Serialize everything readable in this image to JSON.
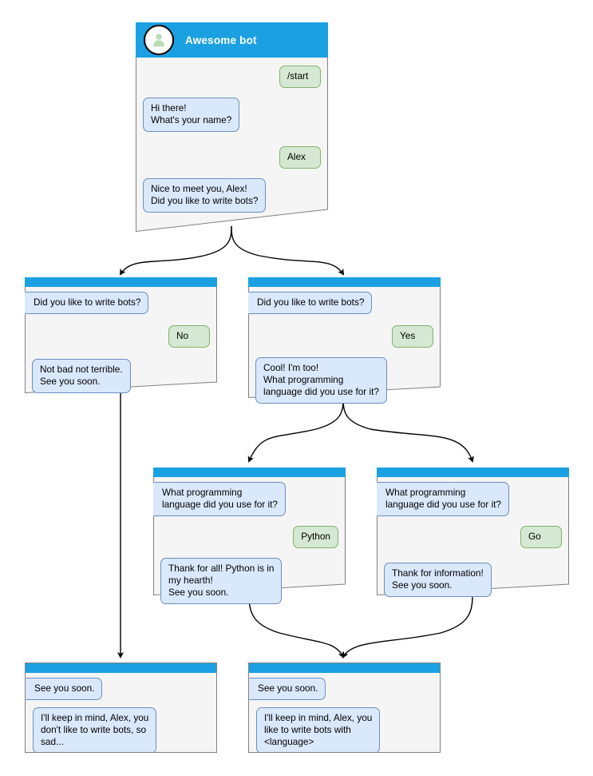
{
  "diagram": {
    "title": "Awesome bot conversation flow",
    "colors": {
      "header": "#1ba1e2",
      "card_bg": "#f5f5f5",
      "card_border": "#808080",
      "bot_bubble_bg": "#dae8fc",
      "bot_bubble_border": "#6c8ebf",
      "user_bubble_bg": "#d5e8d4",
      "user_bubble_border": "#82b366",
      "connector": "#000000",
      "avatar_fill": "#ffffff",
      "avatar_person": "#b9dcb4"
    }
  },
  "root": {
    "header": {
      "avatar_icon": "user-avatar-icon",
      "title": "Awesome bot"
    },
    "messages": [
      {
        "side": "user",
        "text": "/start"
      },
      {
        "side": "bot",
        "text": "Hi there!\nWhat's your name?"
      },
      {
        "side": "user",
        "text": "Alex"
      },
      {
        "side": "bot",
        "text": "Nice to meet you, Alex!\nDid you like to write bots?"
      }
    ]
  },
  "branch_no": {
    "messages": [
      {
        "side": "bot",
        "text": "Did you like to write bots?"
      },
      {
        "side": "user",
        "text": "No"
      },
      {
        "side": "bot",
        "text": "Not bad not terrible.\nSee you soon."
      }
    ]
  },
  "branch_yes": {
    "messages": [
      {
        "side": "bot",
        "text": "Did you like to write bots?"
      },
      {
        "side": "user",
        "text": "Yes"
      },
      {
        "side": "bot",
        "text": "Cool! I'm too!\nWhat programming\nlanguage did you use for it?"
      }
    ]
  },
  "branch_python": {
    "messages": [
      {
        "side": "bot",
        "text": "What programming\nlanguage did you use for it?"
      },
      {
        "side": "user",
        "text": "Python"
      },
      {
        "side": "bot",
        "text": "Thank for all! Python is in\nmy hearth!\nSee you soon."
      }
    ]
  },
  "branch_go": {
    "messages": [
      {
        "side": "bot",
        "text": "What programming\nlanguage did you use for it?"
      },
      {
        "side": "user",
        "text": "Go"
      },
      {
        "side": "bot",
        "text": "Thank for information!\nSee you soon."
      }
    ]
  },
  "end_sad": {
    "messages": [
      {
        "side": "bot",
        "text": "See you soon."
      },
      {
        "side": "bot",
        "text": "I'll keep in mind, Alex, you\ndon't like to write bots, so\nsad..."
      }
    ]
  },
  "end_happy": {
    "messages": [
      {
        "side": "bot",
        "text": "See you soon."
      },
      {
        "side": "bot",
        "text": "I'll keep in mind, Alex, you\nlike to write bots with\n<language>"
      }
    ]
  }
}
